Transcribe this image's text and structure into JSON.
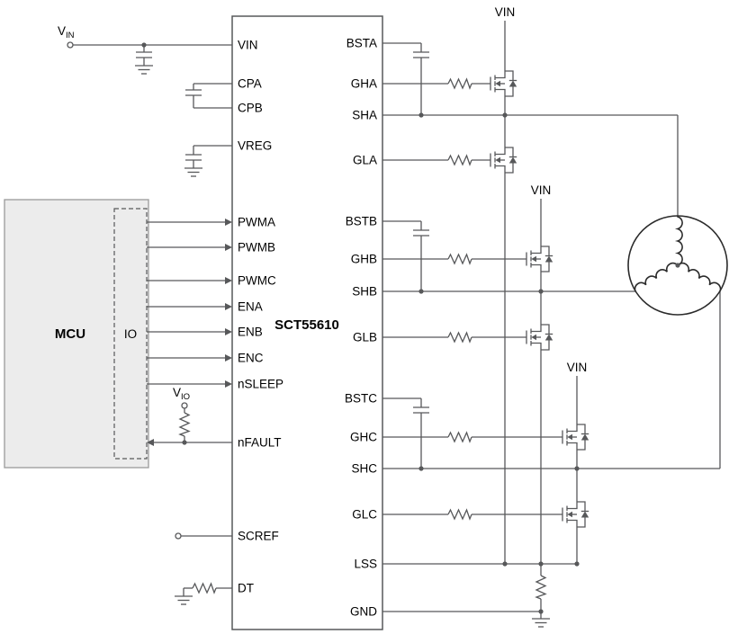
{
  "ic": {
    "name": "SCT55610",
    "left_pins": [
      "VIN",
      "CPA",
      "CPB",
      "VREG",
      "PWMA",
      "PWMB",
      "PWMC",
      "ENA",
      "ENB",
      "ENC",
      "nSLEEP",
      "nFAULT",
      "SCREF",
      "DT"
    ],
    "right_pins": [
      "BSTA",
      "GHA",
      "SHA",
      "GLA",
      "BSTB",
      "GHB",
      "SHB",
      "GLB",
      "BSTC",
      "GHC",
      "SHC",
      "GLC",
      "LSS",
      "GND"
    ]
  },
  "mcu": {
    "label": "MCU",
    "io_label": "IO"
  },
  "supplies": {
    "vin_terminal": {
      "base": "V",
      "sub": "IN"
    },
    "vio_terminal": {
      "base": "V",
      "sub": "IO"
    },
    "vin_rail_a": "VIN",
    "vin_rail_b": "VIN",
    "vin_rail_c": "VIN"
  },
  "symbols": {
    "mosfet": "n-channel-mosfet-with-body-diode",
    "capacitor": "parallel-plate-capacitor",
    "resistor": "zigzag-resistor",
    "ground": "earth-ground",
    "motor": "three-phase-motor-coils",
    "terminal": "open-circle-terminal",
    "junction": "filled-dot",
    "signal_arrow": "filled-triangle"
  },
  "colors": {
    "wire": "#57585a",
    "text": "#000000",
    "mcu_fill": "#ececec",
    "background": "#ffffff"
  }
}
